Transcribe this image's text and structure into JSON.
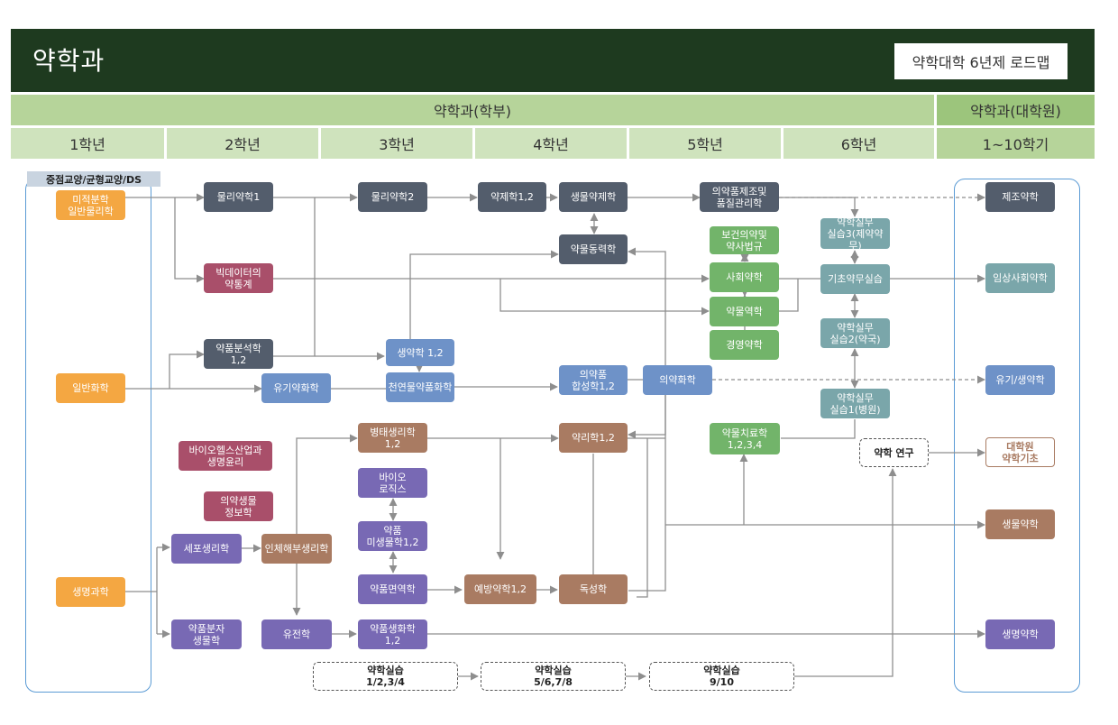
{
  "header": {
    "title": "약학과",
    "roadmap_label": "약학대학 6년제 로드맵"
  },
  "bands": {
    "undergrad": "약학과(학부)",
    "grad": "약학과(대학원)"
  },
  "years": [
    "1학년",
    "2학년",
    "3학년",
    "4학년",
    "5학년",
    "6학년",
    "1~10학기"
  ],
  "general_ed_label": "중점교양/균형교양/DS",
  "courses": {
    "general_physics": "미적분학\n일반물리학",
    "general_chem": "일반화학",
    "life_science": "생명과학",
    "phys_pharm1": "물리약학1",
    "phys_pharm2": "물리약학2",
    "pharmaceutics": "약제학1,2",
    "bio_pharmaceutics": "생물약제학",
    "drug_manufacturing": "의약품제조및\n품질관리학",
    "pharmacokinetics": "약물동력학",
    "health_law": "보건의약및\n약사법규",
    "practice3": "약학실무\n실습3(제약약무)",
    "big_data": "빅데이터의\n약통계",
    "social_pharm": "사회약학",
    "basic_practice": "기초약무실습",
    "epidemiology": "약물역학",
    "practice2": "약학실무\n실습2(약국)",
    "mgmt_pharm": "경영약학",
    "analysis": "약품분석학\n1,2",
    "bio_pharm": "생약학 1,2",
    "organic": "유기약화학",
    "natural_products": "천연물약품화학",
    "synthesis": "의약품\n합성학1,2",
    "med_chem": "의약화학",
    "practice1": "약학실무\n실습1(병원)",
    "pathophysiology": "병태생리학\n1,2",
    "pharmacology": "약리학1,2",
    "pharmacotherapy": "약물치료학\n1,2,3,4",
    "research": "약학 연구",
    "bio_ethics": "바이오헬스산업과\n생명윤리",
    "biologics": "바이오\n로직스",
    "bioinfo": "의약생물\n정보학",
    "microbiology": "약품\n미생물학1,2",
    "cell_bio": "세포생리학",
    "anatomy": "인체해부생리학",
    "immunology": "약품면역학",
    "preventive": "예방약학1,2",
    "toxicology": "독성학",
    "molecular_bio": "약품분자\n생물학",
    "genetics": "유전학",
    "biochem": "약품생화학\n1,2",
    "practicum1": "약학실습\n1/2,3/4",
    "practicum2": "약학실습\n5/6,7/8",
    "practicum3": "약학실습\n9/10"
  },
  "grad_courses": {
    "manufacturing": "제조약학",
    "clinical_social": "임상사회약학",
    "organic_bio": "유기/생약학",
    "grad_basics": "대학원\n약학기초",
    "biological": "생물약학",
    "life_pharm": "생명약학"
  },
  "colors": {
    "header": "#1e3a1f",
    "band": "#b6d49a",
    "orange": "#f4a742",
    "slate": "#535d6c",
    "blue": "#6e92c8",
    "green": "#72b46a",
    "teal": "#7aa6aa",
    "maroon": "#a94f6a",
    "brown": "#a97b62",
    "purple": "#7869b4",
    "frame": "#5b9bd5"
  }
}
